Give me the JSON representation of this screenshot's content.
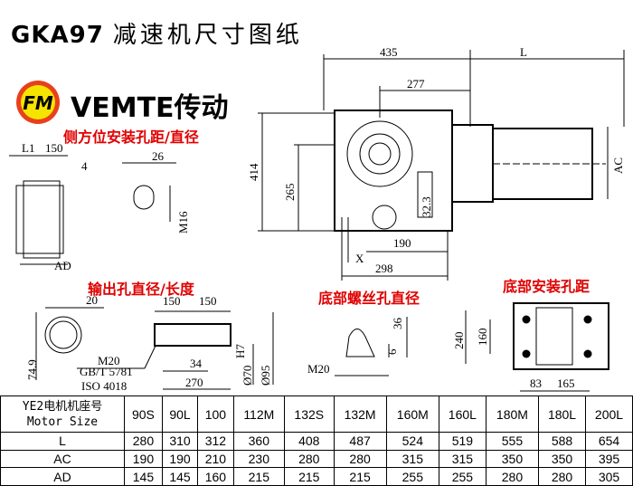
{
  "title": {
    "model": "GKA97",
    "suffix": "减速机尺寸图纸"
  },
  "brand": {
    "logo_text": "FM",
    "name": "VEMTE传动",
    "color": "#f5a623"
  },
  "labels": {
    "side_mount": "侧方位安装孔距/直径",
    "output_hole": "输出孔直径/长度",
    "bottom_thread": "底部螺丝孔直径",
    "bottom_mount": "底部安装孔距"
  },
  "main_view": {
    "d435": "435",
    "dL": "L",
    "d277": "277",
    "d414": "414",
    "d265": "265",
    "d32": "32.3",
    "d190": "190",
    "d298": "298",
    "x": "X",
    "ac": "AC"
  },
  "side_view": {
    "l1": "L1",
    "d150": "150",
    "d4": "4",
    "ad": "AD",
    "d26": "26",
    "m16": "M16"
  },
  "shaft_view": {
    "d20": "20",
    "d74": "74.9",
    "d150a": "150",
    "d150b": "150",
    "m20": "M20",
    "gb": "GB/T 5781",
    "iso": "ISO 4018",
    "d34": "34",
    "d270": "270",
    "d70": "Ø70",
    "h7": "H7",
    "d95": "Ø95"
  },
  "thread_view": {
    "d36": "36",
    "d6": "6",
    "m20": "M20"
  },
  "bottom_view": {
    "d240": "240",
    "d160": "160",
    "d83": "83",
    "d165": "165"
  },
  "table": {
    "header": {
      "cn": "YE2电机机座号",
      "en": "Motor Size"
    },
    "sizes": [
      "90S",
      "90L",
      "100",
      "112M",
      "132S",
      "132M",
      "160M",
      "160L",
      "180M",
      "180L",
      "200L"
    ],
    "rows": [
      {
        "label": "L",
        "values": [
          "280",
          "310",
          "312",
          "360",
          "408",
          "487",
          "524",
          "519",
          "555",
          "588",
          "654"
        ]
      },
      {
        "label": "AC",
        "values": [
          "190",
          "190",
          "210",
          "230",
          "280",
          "280",
          "315",
          "315",
          "350",
          "350",
          "395"
        ]
      },
      {
        "label": "AD",
        "values": [
          "145",
          "145",
          "160",
          "215",
          "215",
          "215",
          "255",
          "255",
          "280",
          "280",
          "305"
        ]
      }
    ]
  }
}
